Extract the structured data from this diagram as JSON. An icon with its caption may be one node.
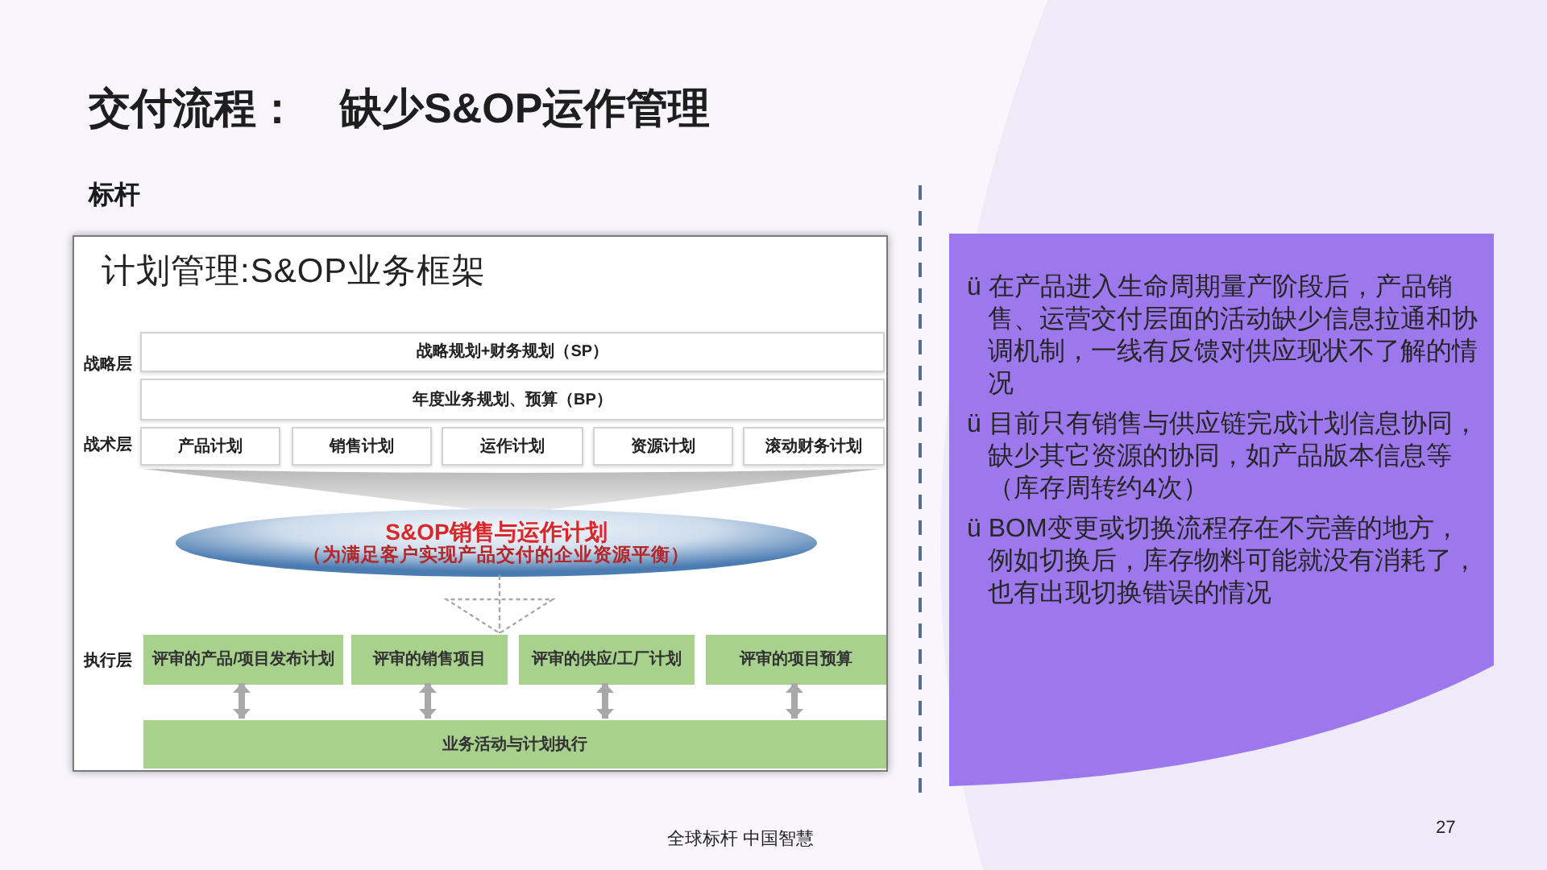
{
  "diagram": {
    "title": "交付流程：　缺少S&OP运作管理",
    "nodes": [
      {
        "text": [
          "计划管理:S&OP业务框架"
        ]
      },
      {
        "text": [
          "战略规划+财务规划（SP）"
        ],
        "in": 0
      },
      {
        "text": [
          "年度业务规划、预算（BP）"
        ],
        "in": 0
      },
      {
        "text": [
          "产品计划"
        ],
        "in": 0
      },
      {
        "text": [
          "销售计划"
        ],
        "in": 0
      },
      {
        "text": [
          "运作计划"
        ],
        "in": 0
      },
      {
        "text": [
          "资源计划"
        ],
        "in": 0
      },
      {
        "text": [
          "滚动财务计划"
        ],
        "in": 0
      },
      {
        "text": [],
        "shape": "triangle",
        "in": 0
      },
      {
        "text": [
          "S&OP销售与运作计划",
          "（为满足客户实现产品交付的企业资源平衡）"
        ],
        "in": 0
      },
      {
        "text": [
          "评审的产品/项目发布计划"
        ],
        "in": 0
      },
      {
        "text": [
          "评审的销售项目"
        ],
        "in": 0
      },
      {
        "text": [
          "评审的供应/工厂计划"
        ],
        "in": 0
      },
      {
        "text": [
          "评审的项目预算"
        ],
        "in": 0
      },
      {
        "text": [
          "业务活动与计划执行"
        ],
        "in": 0
      },
      {
        "text": [
          "ü 在产品进入生命周期量产阶段后，产品销售、运营交付层面的活动缺少信息拉通和协调机制，一线有反馈对供应现状不了解的情况",
          "ü 目前只有销售与供应链完成计划信息协同，缺少其它资源的协同，如产品版本信息等（库存周转约4次）",
          "ü BOM变更或切换流程存在不完善的地方，例如切换后，库存物料可能就没有消耗了，也有出现切换错误的情况"
        ]
      }
    ],
    "edges": [
      {
        "from": 9,
        "to": 11,
        "arrow": "to",
        "style": "dashed"
      },
      {
        "from": 10,
        "to": 14,
        "arrow": "both"
      },
      {
        "from": 11,
        "to": 14,
        "arrow": "both"
      },
      {
        "from": 12,
        "to": 14,
        "arrow": "both"
      },
      {
        "from": 13,
        "to": 14,
        "arrow": "both"
      }
    ],
    "labels": [
      "标杆",
      "战略层",
      "战术层",
      "执行层",
      "全球标杆 中国智慧",
      "27"
    ]
  }
}
